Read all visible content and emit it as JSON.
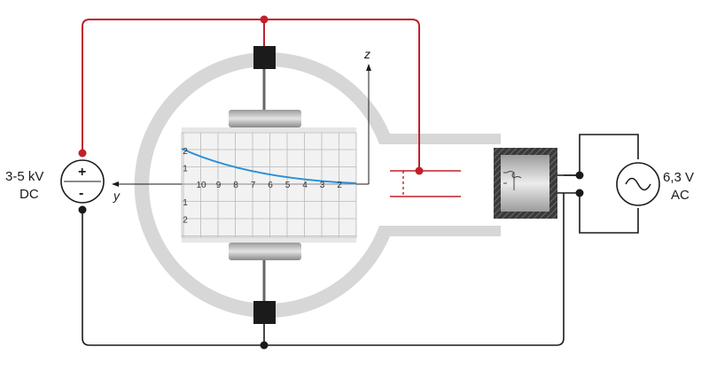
{
  "dc_source": {
    "voltage": "3-5 kV",
    "type": "DC",
    "plus": "+",
    "minus": "-"
  },
  "ac_source": {
    "voltage": "6,3 V",
    "type": "AC"
  },
  "axes": {
    "z": "z",
    "y": "y"
  },
  "screen_ticks": {
    "x": [
      "10",
      "9",
      "8",
      "7",
      "6",
      "5",
      "4",
      "3",
      "2"
    ],
    "z_upper": [
      "2",
      "1"
    ],
    "z_lower": [
      "1",
      "2"
    ]
  },
  "colors": {
    "wire_red": "#c0202a",
    "beam_blue": "#2a8fd6",
    "bulb_gray": "#d7d7d7"
  }
}
